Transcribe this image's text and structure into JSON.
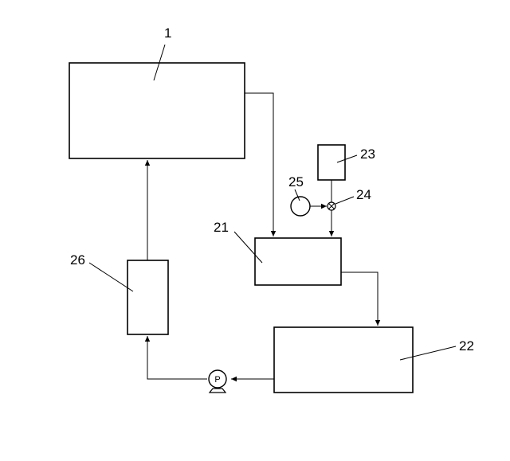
{
  "labels": {
    "unit_1": "1",
    "unit_21": "21",
    "unit_22": "22",
    "unit_23": "23",
    "unit_24": "24",
    "unit_25": "25",
    "unit_26": "26"
  },
  "pump": {
    "letter": "P"
  },
  "colors": {
    "stroke": "#000000",
    "background": "#ffffff"
  }
}
